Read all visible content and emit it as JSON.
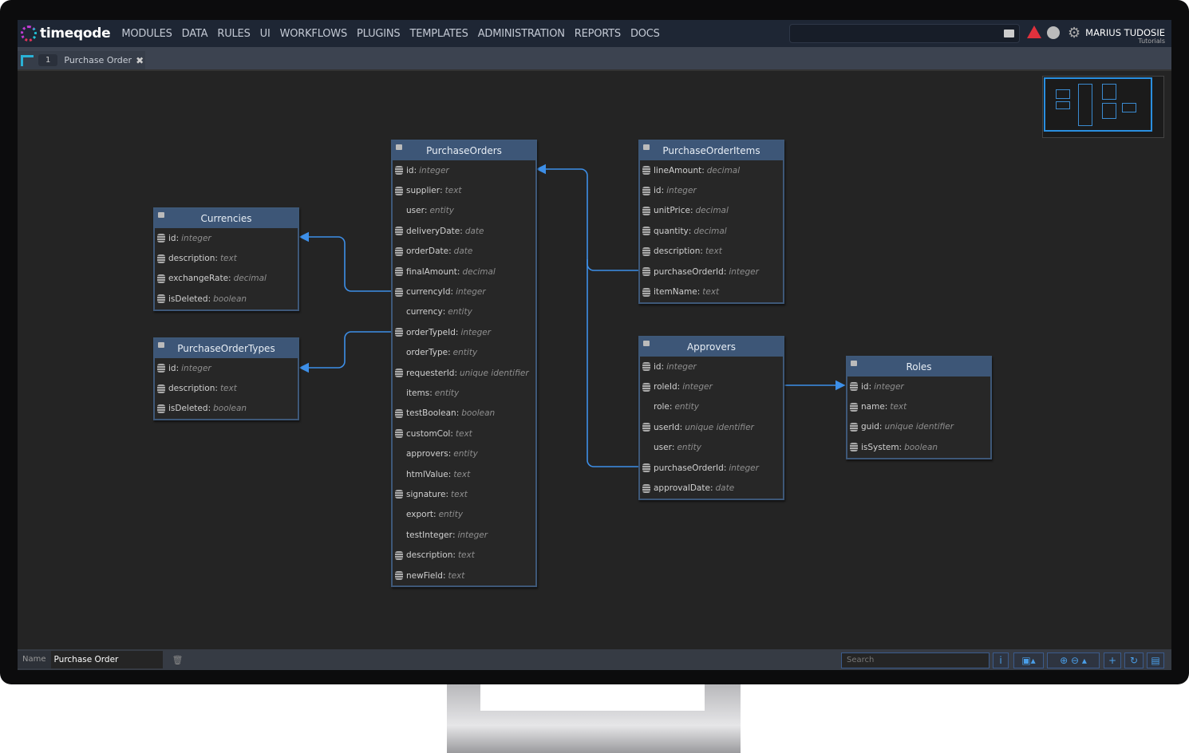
{
  "app": {
    "logo": "timeqode",
    "nav": [
      "MODULES",
      "DATA",
      "RULES",
      "UI",
      "WORKFLOWS",
      "PLUGINS",
      "TEMPLATES",
      "ADMINISTRATION",
      "REPORTS",
      "DOCS"
    ],
    "user_name": "MARIUS TUDOSIE",
    "user_sub": "Tutorials"
  },
  "tab": {
    "badge": "1",
    "label": "Purchase Order"
  },
  "entities": {
    "currencies": {
      "title": "Currencies",
      "fields": [
        [
          "id",
          "integer",
          1
        ],
        [
          "description",
          "text",
          1
        ],
        [
          "exchangeRate",
          "decimal",
          1
        ],
        [
          "isDeleted",
          "boolean",
          1
        ]
      ]
    },
    "potypes": {
      "title": "PurchaseOrderTypes",
      "fields": [
        [
          "id",
          "integer",
          1
        ],
        [
          "description",
          "text",
          1
        ],
        [
          "isDeleted",
          "boolean",
          1
        ]
      ]
    },
    "po": {
      "title": "PurchaseOrders",
      "fields": [
        [
          "id",
          "integer",
          1
        ],
        [
          "supplier",
          "text",
          1
        ],
        [
          "user",
          "entity",
          0
        ],
        [
          "deliveryDate",
          "date",
          1
        ],
        [
          "orderDate",
          "date",
          1
        ],
        [
          "finalAmount",
          "decimal",
          1
        ],
        [
          "currencyId",
          "integer",
          1
        ],
        [
          "currency",
          "entity",
          0
        ],
        [
          "orderTypeId",
          "integer",
          1
        ],
        [
          "orderType",
          "entity",
          0
        ],
        [
          "requesterId",
          "unique identifier",
          1
        ],
        [
          "items",
          "entity",
          0
        ],
        [
          "testBoolean",
          "boolean",
          1
        ],
        [
          "customCol",
          "text",
          1
        ],
        [
          "approvers",
          "entity",
          0
        ],
        [
          "htmlValue",
          "text",
          0
        ],
        [
          "signature",
          "text",
          1
        ],
        [
          "export",
          "entity",
          0
        ],
        [
          "testInteger",
          "integer",
          0
        ],
        [
          "description",
          "text",
          1
        ],
        [
          "newField",
          "text",
          1
        ]
      ]
    },
    "poitems": {
      "title": "PurchaseOrderItems",
      "fields": [
        [
          "lineAmount",
          "decimal",
          1
        ],
        [
          "id",
          "integer",
          1
        ],
        [
          "unitPrice",
          "decimal",
          1
        ],
        [
          "quantity",
          "decimal",
          1
        ],
        [
          "description",
          "text",
          1
        ],
        [
          "purchaseOrderId",
          "integer",
          1
        ],
        [
          "itemName",
          "text",
          1
        ]
      ]
    },
    "approvers": {
      "title": "Approvers",
      "fields": [
        [
          "id",
          "integer",
          1
        ],
        [
          "roleId",
          "integer",
          1
        ],
        [
          "role",
          "entity",
          0
        ],
        [
          "userId",
          "unique identifier",
          1
        ],
        [
          "user",
          "entity",
          0
        ],
        [
          "purchaseOrderId",
          "integer",
          1
        ],
        [
          "approvalDate",
          "date",
          1
        ]
      ]
    },
    "roles": {
      "title": "Roles",
      "fields": [
        [
          "id",
          "integer",
          1
        ],
        [
          "name",
          "text",
          1
        ],
        [
          "guid",
          "unique identifier",
          1
        ],
        [
          "isSystem",
          "boolean",
          1
        ]
      ]
    }
  },
  "bottom": {
    "name_label": "Name",
    "name_value": "Purchase Order",
    "search_placeholder": "Search"
  },
  "colors": {
    "accent": "#3d8fe8",
    "header": "#3d5677"
  }
}
